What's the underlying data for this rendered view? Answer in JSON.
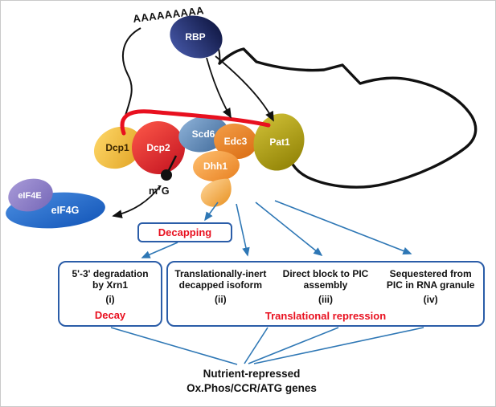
{
  "colors": {
    "red_accent": "#e8101f",
    "arrow_blue": "#2e77b5",
    "box_border": "#2b5da8",
    "mrna_black": "#111111"
  },
  "mrna": {
    "poly_a_tail": "AAAAAAAAA",
    "cap": {
      "base": "m",
      "sup": "7",
      "suffix": "G"
    }
  },
  "proteins": {
    "rbp": "RBP",
    "dcp1": "Dcp1",
    "dcp2": "Dcp2",
    "scd6": "Scd6",
    "edc3": "Edc3",
    "pat1": "Pat1",
    "dhh1": "Dhh1",
    "eif4e": "eIF4E",
    "eif4g": "eIF4G"
  },
  "process": {
    "decapping_label": "Decapping"
  },
  "outcomes": {
    "decay": {
      "line1": "5'-3' degradation",
      "line2": "by Xrn1",
      "numeral": "(i)",
      "title": "Decay"
    },
    "repression": {
      "items": [
        {
          "line1": "Translationally-inert",
          "line2": "decapped isoform",
          "numeral": "(ii)"
        },
        {
          "line1": "Direct block to PIC",
          "line2": "assembly",
          "numeral": "(iii)"
        },
        {
          "line1": "Sequestered from",
          "line2": "PIC in RNA granule",
          "numeral": "(iv)"
        }
      ],
      "title": "Translational repression"
    }
  },
  "footer": {
    "line1": "Nutrient-repressed",
    "line2": "Ox.Phos/CCR/ATG genes"
  }
}
